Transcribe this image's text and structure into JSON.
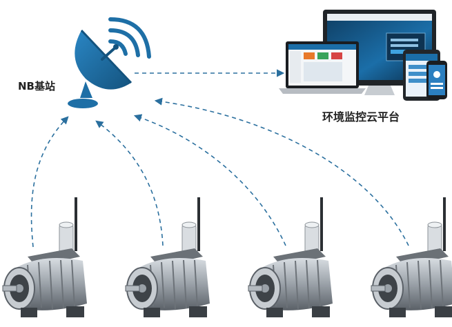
{
  "labels": {
    "base_station": "NB基站",
    "cloud_platform": "环境监控云平台"
  },
  "colors": {
    "dish": "#1e6fa6",
    "dish_dark": "#14537e",
    "arrow": "#2a6f9e",
    "motor_body": "#9aa1a8",
    "motor_dark": "#4a4f55",
    "monitor_frame": "#202428",
    "screen_blue": "#1b6ea8"
  },
  "icons": {
    "base_station": "satellite-dish-icon",
    "devices": "monitor-laptop-tablet-phone-icon",
    "sensor_node": "electric-motor-with-antenna-icon"
  },
  "sensor_nodes": [
    {
      "id": "motor-1"
    },
    {
      "id": "motor-2"
    },
    {
      "id": "motor-3"
    },
    {
      "id": "motor-4"
    }
  ]
}
